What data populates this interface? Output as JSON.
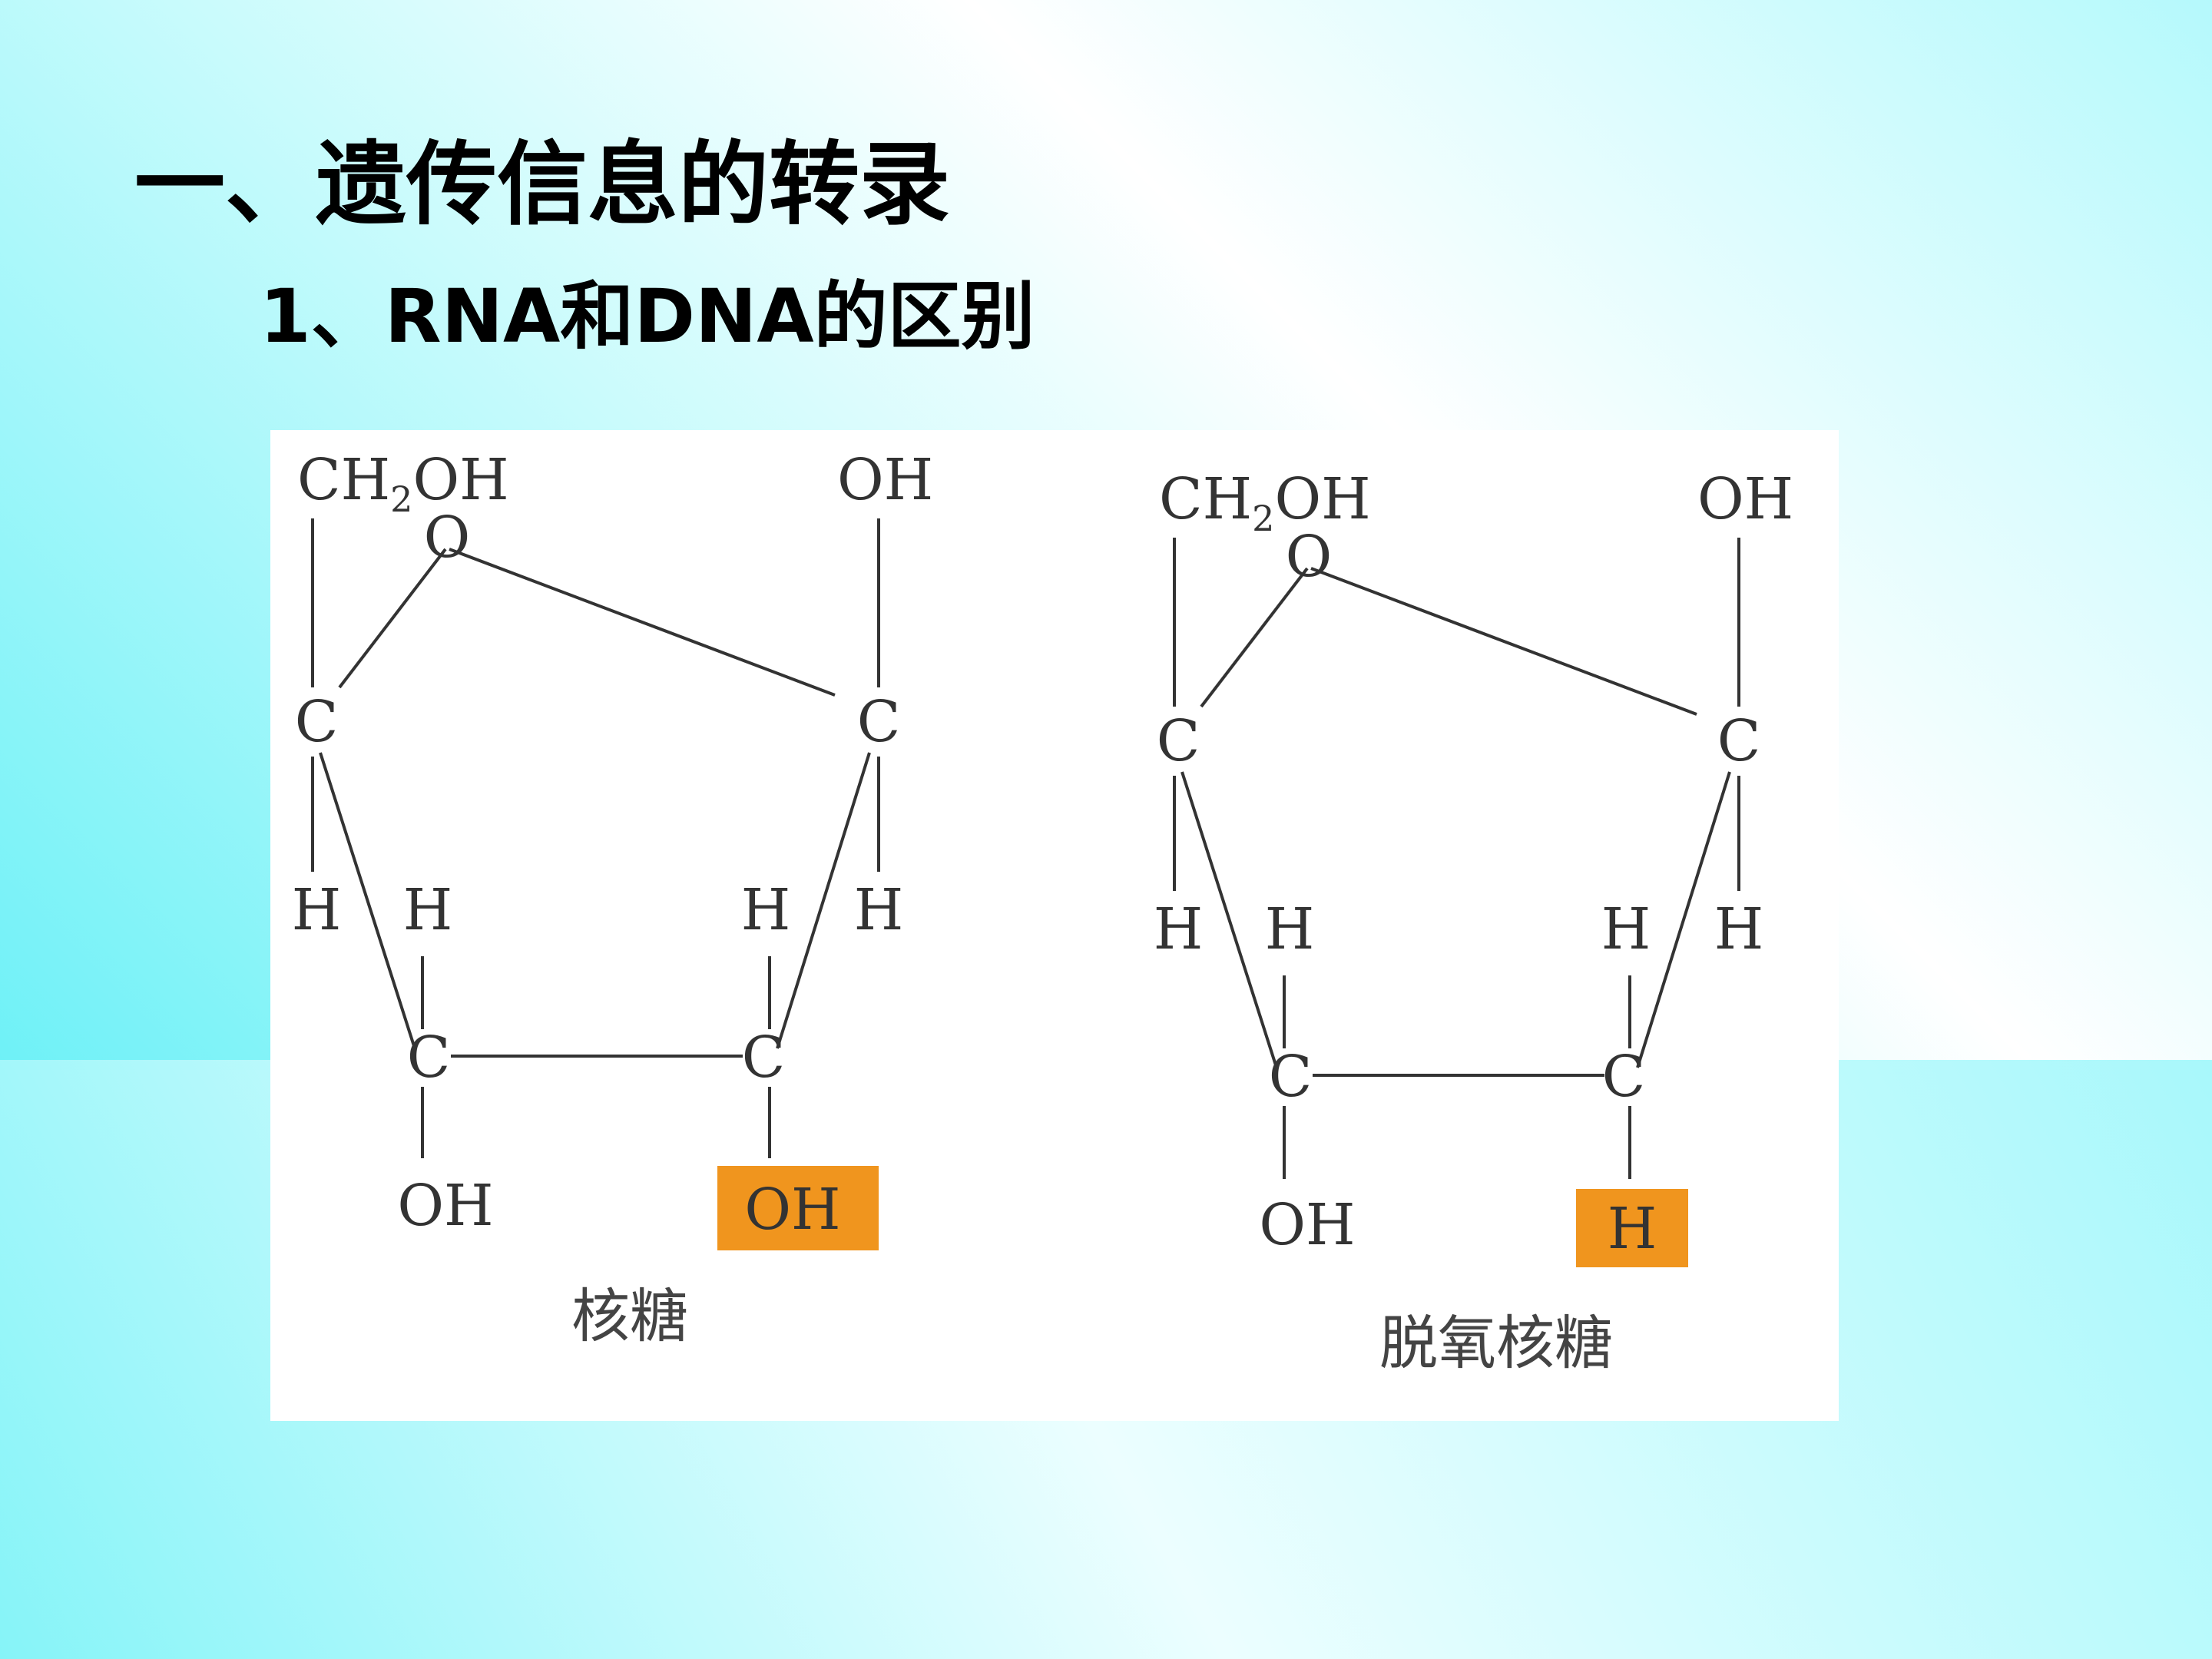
{
  "slide": {
    "title": "一、遗传信息的转录",
    "subtitle": "1、RNA和DNA的区别"
  },
  "colors": {
    "background_primary": "#6ff1f7",
    "background_secondary": "#ffffff",
    "highlight": "#f0951e",
    "text": "#000000",
    "structure": "#333333"
  },
  "figure": {
    "ribose": {
      "caption": "核糖",
      "ch2oh_main": "CH",
      "ch2oh_sub": "2",
      "ch2oh_tail": "OH",
      "ring_oxygen": "O",
      "top_right": "OH",
      "carbon": "C",
      "hydrogen": "H",
      "bottom_left": "OH",
      "bottom_right_highlight": "OH"
    },
    "deoxyribose": {
      "caption": "脱氧核糖",
      "ch2oh_main": "CH",
      "ch2oh_sub": "2",
      "ch2oh_tail": "OH",
      "ring_oxygen": "O",
      "top_right": "OH",
      "carbon": "C",
      "hydrogen": "H",
      "bottom_left": "OH",
      "bottom_right_highlight": "H"
    }
  }
}
